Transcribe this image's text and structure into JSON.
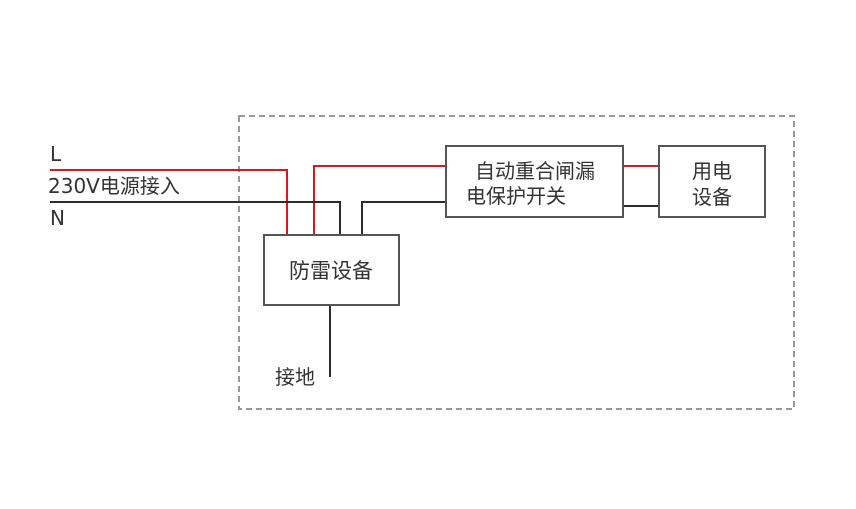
{
  "labels": {
    "line_L": "L",
    "supply": "230V电源接入",
    "line_N": "N",
    "surge_device": "防雷设备",
    "rcbo_line1": "自动重合闸漏",
    "rcbo_line2": "电保护开关",
    "load_line1": "用电",
    "load_line2": "设备",
    "ground": "接地"
  },
  "colors": {
    "live_wire": "#e0141e",
    "neutral_wire": "#2b2b2b",
    "box_stroke": "#555555",
    "enclosure_stroke": "#999999",
    "text": "#333333"
  }
}
